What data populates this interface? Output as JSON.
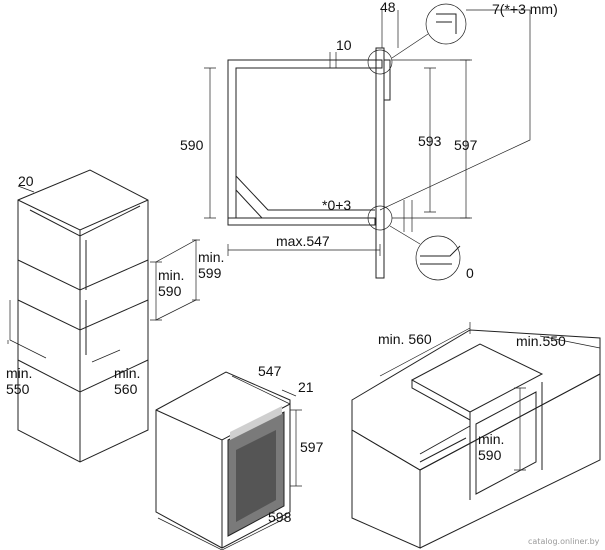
{
  "labels": {
    "d48": "48",
    "d7": "7(*+3 mm)",
    "d10": "10",
    "d590": "590",
    "d593": "593",
    "d597a": "597",
    "d03": "*0+3",
    "dmax547": "max.547",
    "d0": "0",
    "d20": "20",
    "dmin599": "min.\n599",
    "dmin590a": "min.\n590",
    "dmin550a": "min.\n550",
    "dmin560a": "min.\n560",
    "d547": "547",
    "d21": "21",
    "d597b": "597",
    "d598": "598",
    "dmin560b": "min. 560",
    "dmin550b": "min.550",
    "dmin590b": "min.\n590"
  },
  "watermark": "catalog.onliner.by"
}
